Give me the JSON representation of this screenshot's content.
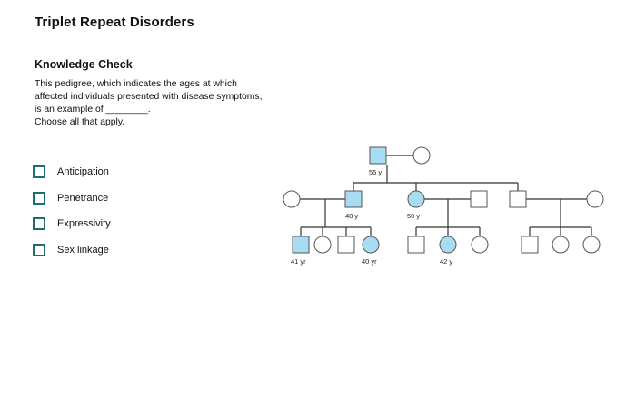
{
  "page": {
    "title": "Triplet Repeat Disorders"
  },
  "question": {
    "heading": "Knowledge Check",
    "lines": [
      "This pedigree, which indicates the ages at which",
      "affected individuals presented with disease symptoms,",
      "is an example of ________.",
      "Choose all that apply."
    ]
  },
  "options": [
    {
      "label": "Anticipation",
      "checked": false
    },
    {
      "label": "Penetrance",
      "checked": false
    },
    {
      "label": "Expressivity",
      "checked": false
    },
    {
      "label": "Sex linkage",
      "checked": false
    }
  ],
  "pedigree": {
    "affected_color": "#a8dcf3",
    "generation1": {
      "father": {
        "sex": "male",
        "affected": true,
        "age": "55 y"
      },
      "mother": {
        "sex": "female",
        "affected": false
      }
    },
    "generation2": [
      {
        "sex": "female",
        "affected": false,
        "spouse_of": "son"
      },
      {
        "sex": "male",
        "affected": true,
        "age": "48 y"
      },
      {
        "sex": "female",
        "affected": true,
        "age": "50 y"
      },
      {
        "sex": "male",
        "affected": false,
        "spouse_of": "daughter"
      },
      {
        "sex": "male",
        "affected": false
      },
      {
        "sex": "female",
        "affected": false,
        "spouse_of": "unaffected-son"
      }
    ],
    "generation3": [
      {
        "sex": "male",
        "affected": true,
        "age": "41 yr"
      },
      {
        "sex": "female",
        "affected": false
      },
      {
        "sex": "male",
        "affected": false
      },
      {
        "sex": "female",
        "affected": true,
        "age": "40 yr"
      },
      {
        "sex": "male",
        "affected": false
      },
      {
        "sex": "female",
        "affected": true,
        "age": "42 y"
      },
      {
        "sex": "female",
        "affected": false
      },
      {
        "sex": "male",
        "affected": false
      },
      {
        "sex": "female",
        "affected": false
      },
      {
        "sex": "female",
        "affected": false
      }
    ]
  }
}
